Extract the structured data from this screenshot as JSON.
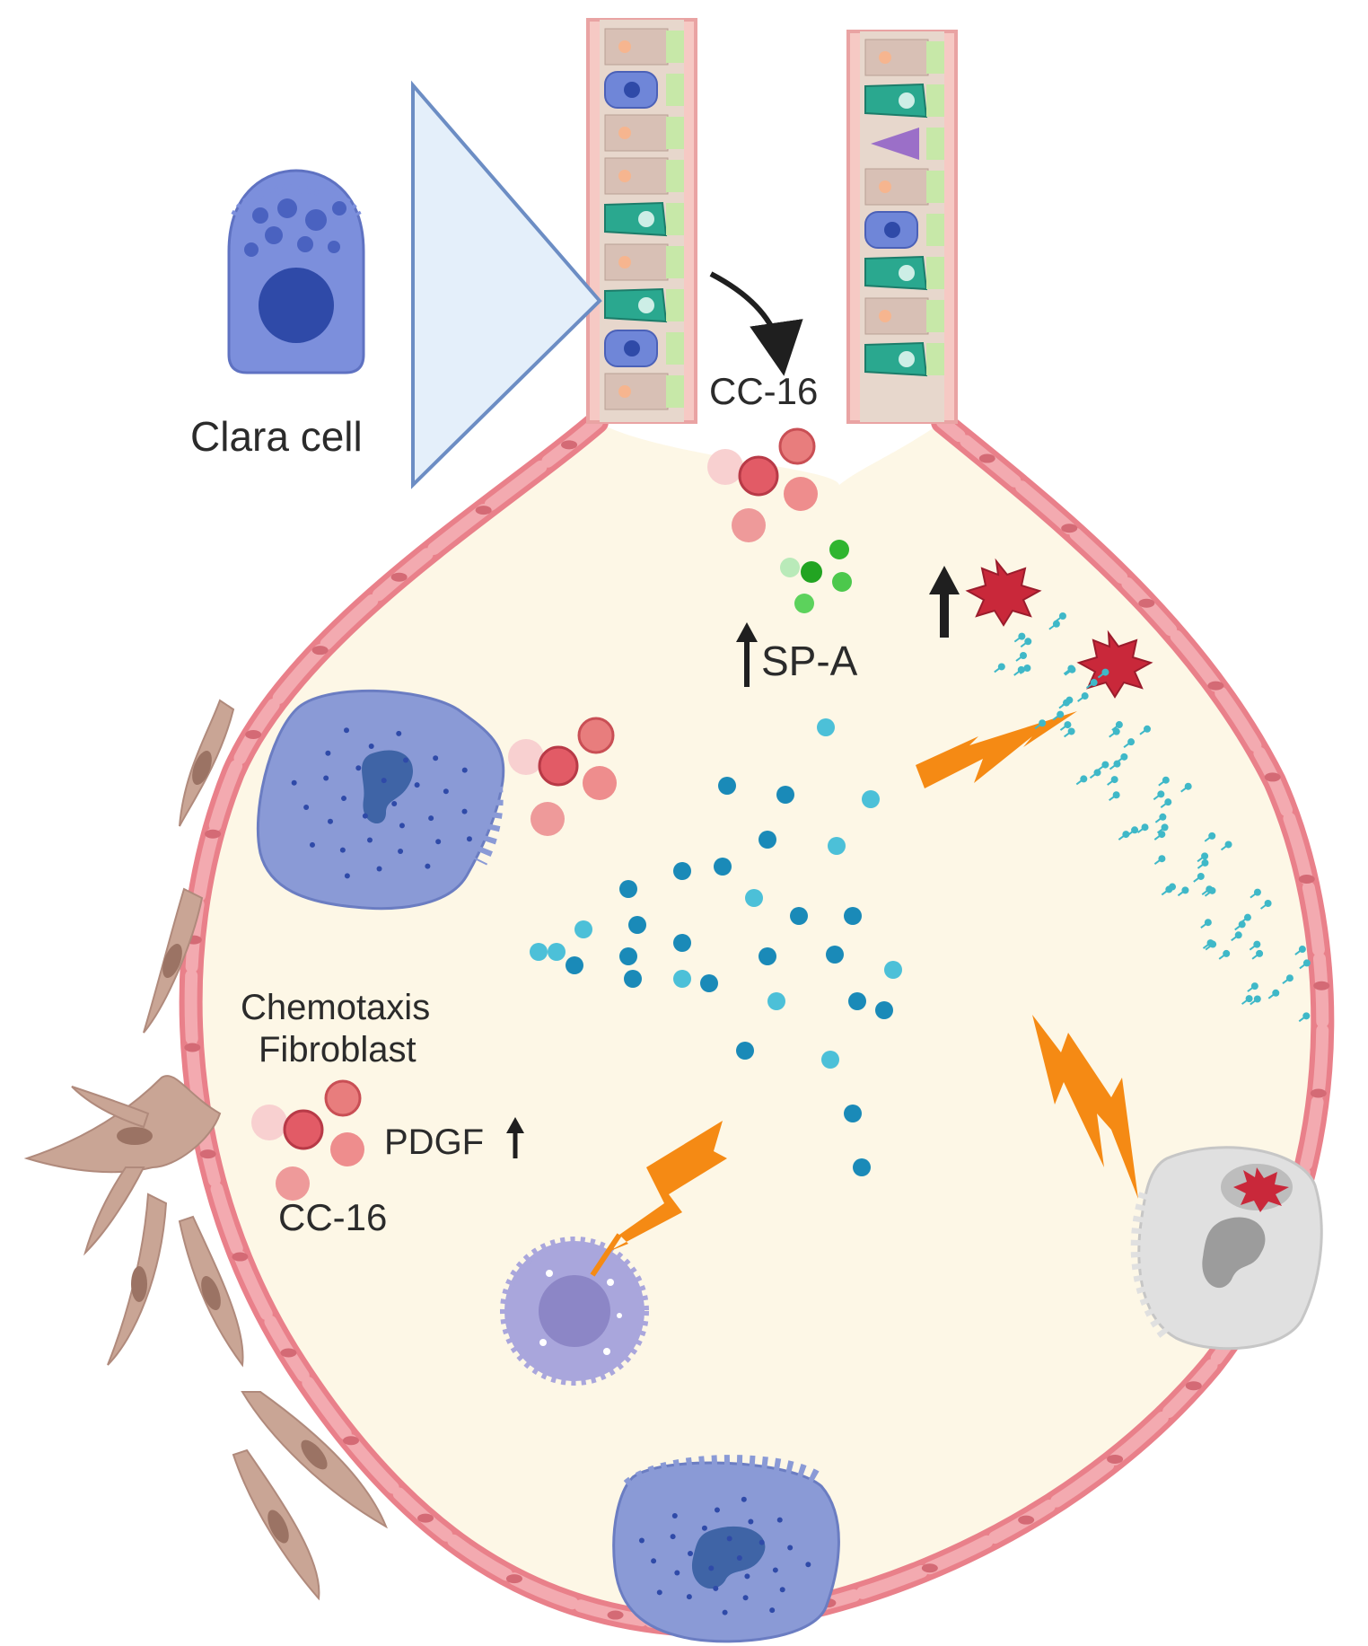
{
  "labels": {
    "clara_cell": "Clara cell",
    "cc16_top": "CC-16",
    "sp_a": "SP-A",
    "chemotaxis": "Chemotaxis",
    "fibroblast": "Fibroblast",
    "pdgf": "PDGF",
    "cc16_bottom": "CC-16"
  },
  "colors": {
    "alveolus_fill": "#fdf7e6",
    "alveolar_wall": "#e9808a",
    "alveolar_cell": "#f3aab0",
    "clara_cell": "#7c8fdc",
    "macrophage": "#8a9ad6",
    "fibroblast": "#c9a595",
    "cc16_protein": "#e87d7d",
    "sp_a_protein": "#3fc23f",
    "cytokine_dot": "#1a8ab8",
    "lightning": "#f58a14",
    "damage_burst": "#c9283a",
    "monocyte": "#a9a6dc",
    "dead_cell": "#d3d3d3"
  },
  "icons": [
    "up-arrow-icon",
    "curved-arrow-icon",
    "lightning-icon",
    "damage-burst-icon"
  ]
}
